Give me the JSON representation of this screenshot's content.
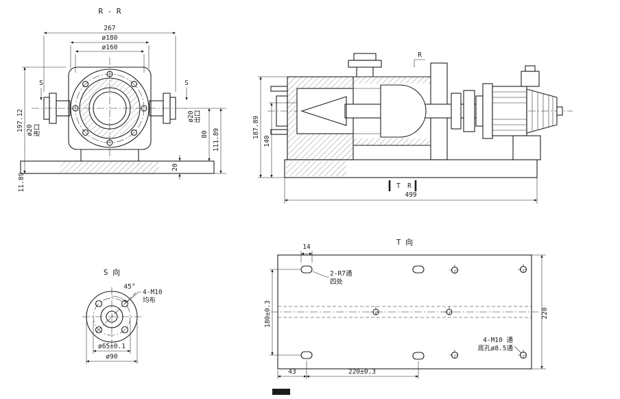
{
  "colors": {
    "ink": "#1c1c1c",
    "background": "#ffffff"
  },
  "view_rr": {
    "title": "R - R",
    "dim_overall_width": "267",
    "dim_d180": "ø180",
    "dim_d160": "ø160",
    "dim_overall_height": "197.12",
    "dim_center_to_base_top": "80",
    "dim_center_to_base_bottom": "111.89",
    "dim_base_thickness": "20",
    "dim_offset": "11.89",
    "port_left_dia": "ø20",
    "port_left_name": "进口",
    "port_right_dia": "ø20",
    "port_right_name": "出口",
    "section_mark_left": "S",
    "section_mark_right": "S"
  },
  "view_side": {
    "dim_overall_height": "187.89",
    "dim_height_140": "140",
    "dim_base_length": "499",
    "section_mark_r_top": "R",
    "section_mark_t": "T",
    "section_mark_r_bottom": "R"
  },
  "view_s": {
    "title": "S 向",
    "dim_angle": "45°",
    "callout_holes": "4-M10",
    "callout_spacing": "均布",
    "dim_bolt_circle": "ø65±0.1",
    "dim_outer": "ø90"
  },
  "view_t": {
    "title": "T 向",
    "dim_slot_width": "14",
    "callout_slots_1": "2-R7通",
    "callout_slots_2": "四处",
    "callout_holes_1": "4-M10 通",
    "callout_holes_2": "底孔ø8.5通",
    "dim_row_spacing": "180±0.3",
    "dim_plate_width": "220",
    "dim_edge_offset": "43",
    "dim_col_spacing": "220±0.3"
  }
}
